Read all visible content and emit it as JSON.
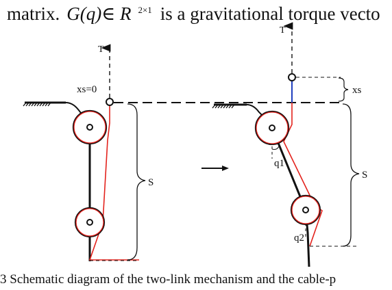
{
  "body_text": {
    "word_matrix": "matrix.",
    "expr": "G(q)∈ R",
    "superscript": "2×1",
    "rest": "is a gravitational torque vecto"
  },
  "figure": {
    "label_T_left": "T",
    "label_T_right": "T",
    "label_xs0": "xs=0",
    "label_xs": "xs",
    "label_S_left": "S",
    "label_S_right": "S",
    "label_q1": "q1",
    "label_q2": "q2"
  },
  "caption": {
    "text": "3 Schematic diagram of the two-link mechanism and the cable-p"
  },
  "colors": {
    "link": "#111111",
    "cable": "#e3221c",
    "xs_segment": "#1f3fbf",
    "pulley_ring": "#e3221c"
  }
}
